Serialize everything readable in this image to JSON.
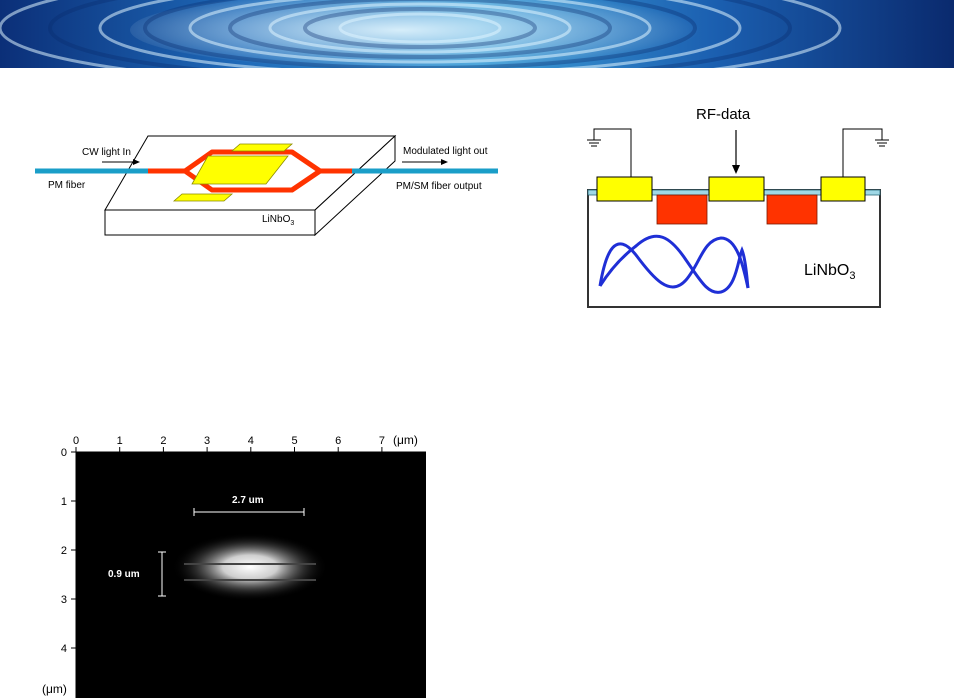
{
  "modulator": {
    "input_label": "CW light In",
    "output_label": "Modulated light out",
    "input_fiber_label": "PM fiber",
    "output_fiber_label": "PM/SM fiber output",
    "substrate_label": "LiNbO",
    "substrate_sub": "3"
  },
  "cross_section": {
    "rf_label": "RF-data",
    "substrate_label": "LiNbO",
    "substrate_sub": "3"
  },
  "mode_profile": {
    "x_ticks": [
      "0",
      "1",
      "2",
      "3",
      "4",
      "5",
      "6",
      "7"
    ],
    "x_unit": "(μm)",
    "y_ticks": [
      "0",
      "1",
      "2",
      "3",
      "4"
    ],
    "y_unit": "(μm)",
    "width_label": "2.7 um",
    "height_label": "0.9 um"
  },
  "colors": {
    "fiber": "#1a9ec8",
    "waveguide": "#ff3300",
    "electrode": "#ffff00",
    "doped_region": "#ff3300",
    "mode_curve": "#1f2fd6",
    "banner_dark": "#0a2a6e",
    "banner_light": "#bfe6f6"
  }
}
